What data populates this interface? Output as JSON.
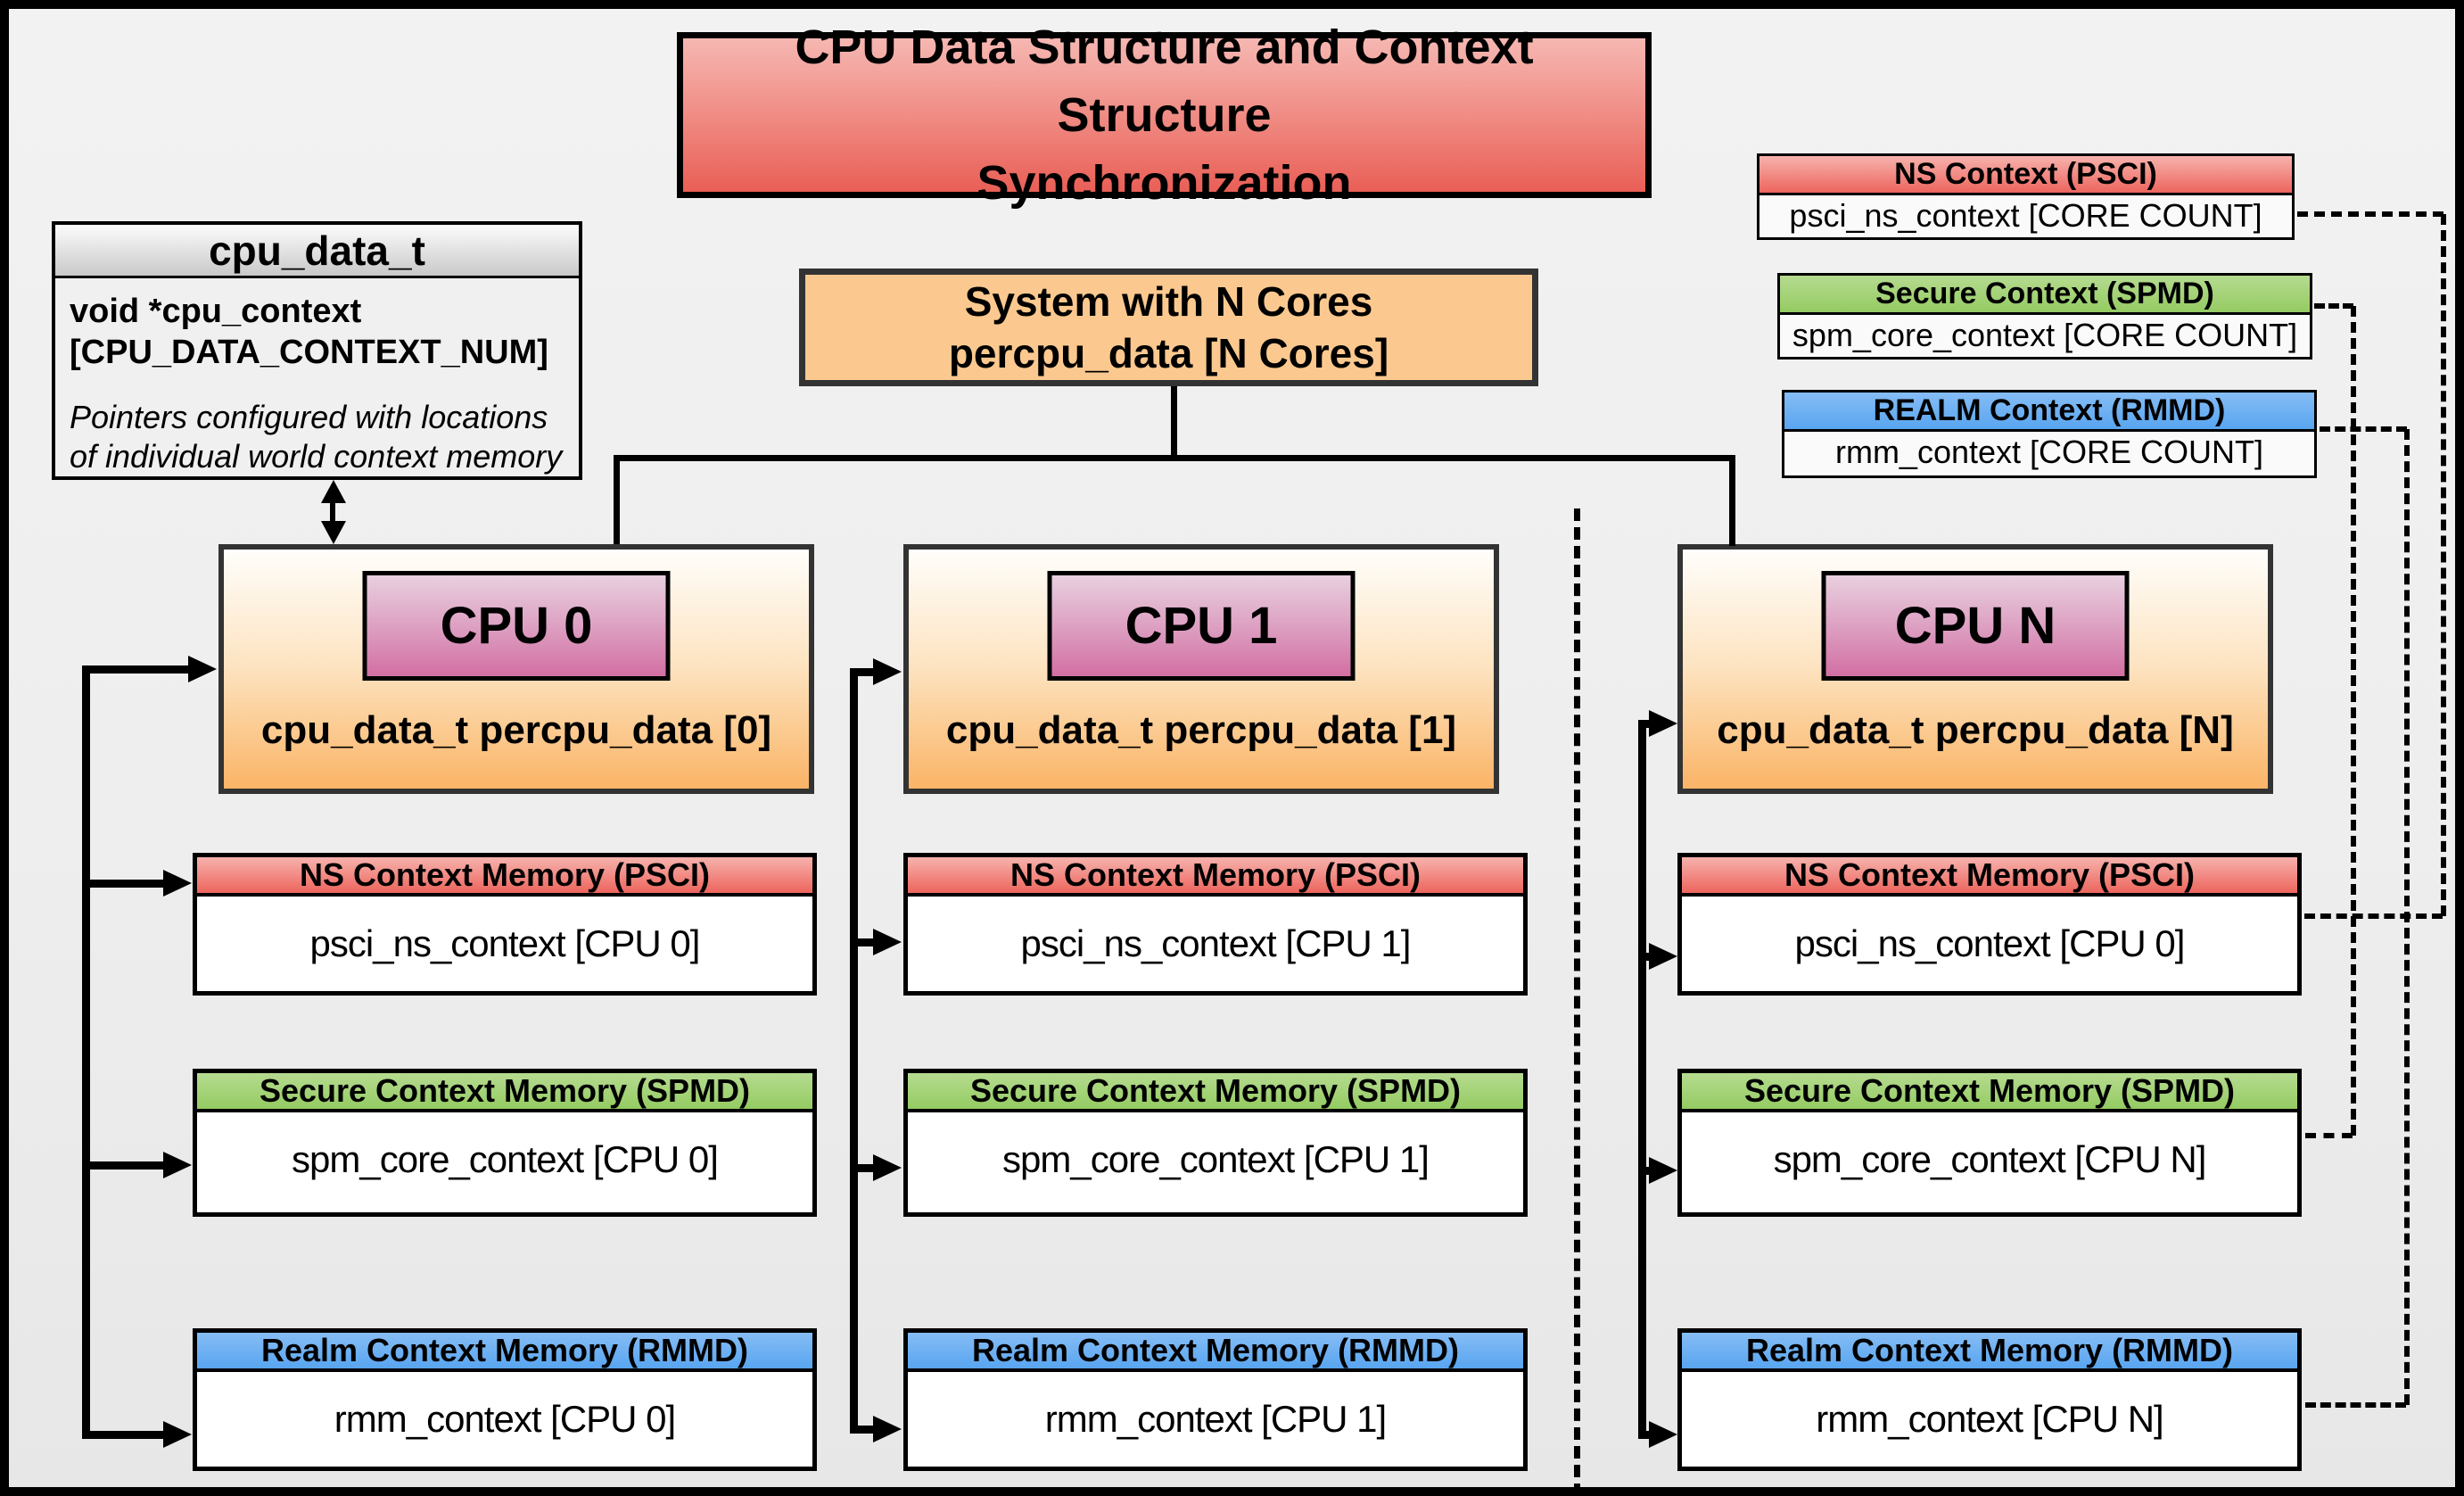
{
  "title": {
    "line1": "CPU Data Structure and Context Structure",
    "line2": "Synchronization"
  },
  "struct_box": {
    "header": "cpu_data_t",
    "field_line1": "void  *cpu_context",
    "field_line2": "[CPU_DATA_CONTEXT_NUM]",
    "note_line1": "Pointers configured with locations",
    "note_line2": "of individual world context memory"
  },
  "system_box": {
    "line1": "System with N Cores",
    "line2": "percpu_data [N Cores]"
  },
  "legend": [
    {
      "header": "NS Context  (PSCI)",
      "body": "psci_ns_context [CORE COUNT]"
    },
    {
      "header": "Secure Context (SPMD)",
      "body": "spm_core_context [CORE COUNT]"
    },
    {
      "header": "REALM Context (RMMD)",
      "body": "rmm_context [CORE COUNT]"
    }
  ],
  "columns": [
    {
      "cpu": "CPU 0",
      "percpu": "cpu_data_t percpu_data [0]",
      "ns_header": "NS Context Memory (PSCI)",
      "ns_body": "psci_ns_context [CPU 0]",
      "secure_header": "Secure Context Memory (SPMD)",
      "secure_body": "spm_core_context [CPU 0]",
      "realm_header": "Realm Context Memory (RMMD)",
      "realm_body": "rmm_context [CPU 0]"
    },
    {
      "cpu": "CPU 1",
      "percpu": "cpu_data_t percpu_data [1]",
      "ns_header": "NS Context Memory (PSCI)",
      "ns_body": "psci_ns_context [CPU 1]",
      "secure_header": "Secure Context Memory (SPMD)",
      "secure_body": "spm_core_context [CPU 1]",
      "realm_header": "Realm Context Memory (RMMD)",
      "realm_body": "rmm_context [CPU 1]"
    },
    {
      "cpu": "CPU N",
      "percpu": "cpu_data_t percpu_data [N]",
      "ns_header": "NS Context Memory (PSCI)",
      "ns_body": "psci_ns_context [CPU 0]",
      "secure_header": "Secure Context Memory (SPMD)",
      "secure_body": "spm_core_context [CPU N]",
      "realm_header": "Realm Context Memory (RMMD)",
      "realm_body": "rmm_context [CPU N]"
    }
  ],
  "colors": {
    "title_red_top": "#f6b7b2",
    "title_red_bottom": "#e95f56",
    "ns_red": "#ec655d",
    "secure_green": "#94cb62",
    "realm_blue": "#58a5f0",
    "system_orange": "#fbc98f",
    "cpu_orange_bottom": "#fab466",
    "cpu_chip_pink": "#d26fa3",
    "background": "#eeeeee"
  }
}
